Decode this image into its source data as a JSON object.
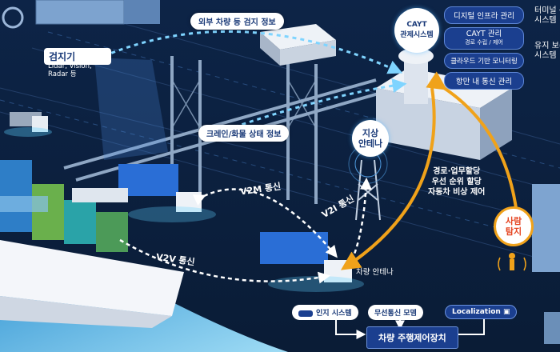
{
  "labels": {
    "top_arrow": "외부 차량 등 검지 정보",
    "crane_info": "크레인/화물 상태 정보",
    "detector_title": "검지기",
    "detector_sub": "Lidar, Vision, Radar 등",
    "cayt_line1": "CAYT",
    "cayt_line2": "관제시스템",
    "ground_antenna_1": "지상",
    "ground_antenna_2": "안테나",
    "v2m": "V2M 통신",
    "v2i": "V2I 통신",
    "v2v": "V2V 통신",
    "vehicle_antenna": "차량 안테나",
    "route_1": "경로·업무할당",
    "route_2": "우선 순위 할당",
    "route_3": "자동차 비상 제어",
    "person_1": "사람",
    "person_2": "탐지",
    "recog": "인지 시스템",
    "wireless": "무선통신 모뎀",
    "localization": "Localization",
    "vehicle_control": "차량 주행제어장치"
  },
  "control_menu": {
    "items": [
      {
        "label": "디지털 인프라 관리"
      },
      {
        "label": "CAYT 관리",
        "sub": "경로 수립 / 제어"
      },
      {
        "label": "클라우드 기반 모니터링"
      },
      {
        "label": "항만 내 통신 관리"
      }
    ],
    "side_1": [
      "터미널 운영",
      "시스템"
    ],
    "side_2": [
      "유지 보수",
      "시스템"
    ]
  },
  "colors": {
    "navy": "#0b1f3a",
    "accent_blue": "#1b3f8f",
    "orange": "#f0a21a",
    "cyan": "#7fd4ff"
  }
}
